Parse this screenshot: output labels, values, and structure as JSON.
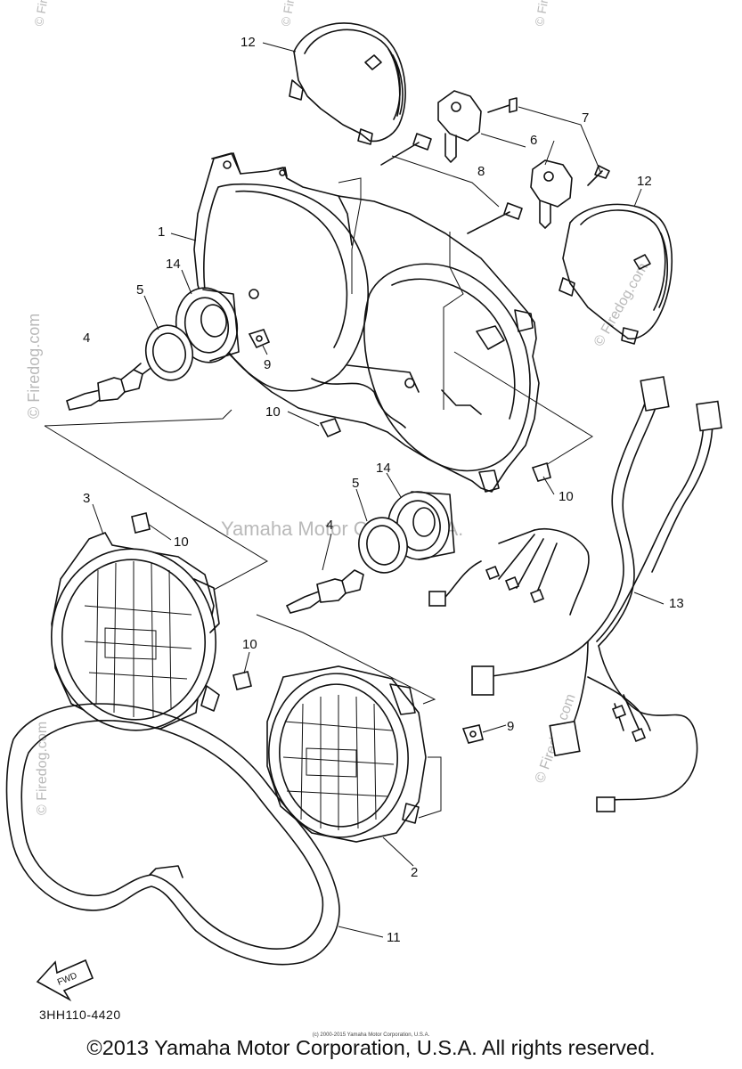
{
  "watermark": {
    "site": "© Firedog.com",
    "center": "Yamaha Motor Corp. U.S.A."
  },
  "callouts": [
    {
      "id": "c1",
      "text": "1"
    },
    {
      "id": "c2",
      "text": "2"
    },
    {
      "id": "c3",
      "text": "3"
    },
    {
      "id": "c4a",
      "text": "4"
    },
    {
      "id": "c4b",
      "text": "4"
    },
    {
      "id": "c5a",
      "text": "5"
    },
    {
      "id": "c5b",
      "text": "5"
    },
    {
      "id": "c6",
      "text": "6"
    },
    {
      "id": "c7",
      "text": "7"
    },
    {
      "id": "c8",
      "text": "8"
    },
    {
      "id": "c9a",
      "text": "9"
    },
    {
      "id": "c9b",
      "text": "9"
    },
    {
      "id": "c10a",
      "text": "10"
    },
    {
      "id": "c10b",
      "text": "10"
    },
    {
      "id": "c10c",
      "text": "10"
    },
    {
      "id": "c10d",
      "text": "10"
    },
    {
      "id": "c11",
      "text": "11"
    },
    {
      "id": "c12a",
      "text": "12"
    },
    {
      "id": "c12b",
      "text": "12"
    },
    {
      "id": "c13",
      "text": "13"
    },
    {
      "id": "c14a",
      "text": "14"
    },
    {
      "id": "c14b",
      "text": "14"
    }
  ],
  "fwd_arrow_label": "FWD",
  "drawing_code": "3HH110-4420",
  "mini_copyright": "(c) 2000-2015 Yamaha Motor Corporation, U.S.A.",
  "copyright": "©2013 Yamaha Motor Corporation, U.S.A. All rights reserved."
}
